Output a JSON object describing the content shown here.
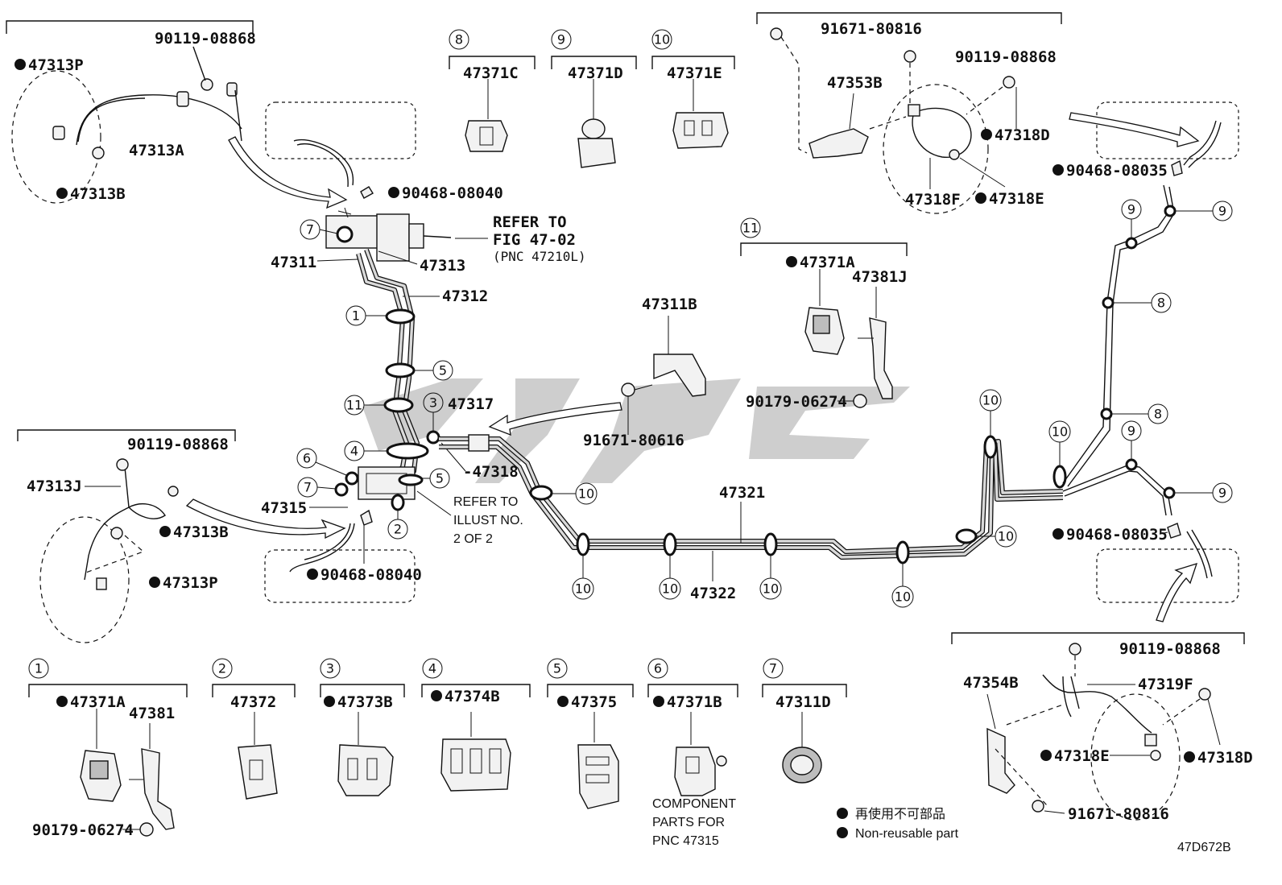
{
  "diagram_id": "47D672B",
  "legend": {
    "line1": "再使用不可部品",
    "line2": "Non-reusable part"
  },
  "notes": {
    "refer_fig_1": "REFER TO",
    "refer_fig_2": "FIG 47-02",
    "refer_fig_3": "(PNC 47210L)",
    "refer_illust_1": "REFER TO",
    "refer_illust_2": "ILLUST NO.",
    "refer_illust_3": "2 OF 2",
    "component_1": "COMPONENT",
    "component_2": "PARTS FOR",
    "component_3": "PNC 47315"
  },
  "parts": {
    "p47313P_a": "47313P",
    "p90119_a": "90119-08868",
    "p47313A": "47313A",
    "p47313B_a": "47313B",
    "p90468_08040_a": "90468-08040",
    "p47311": "47311",
    "p47313": "47313",
    "p47312": "47312",
    "p47317": "47317",
    "p47318": "-47318",
    "p47315": "47315",
    "p90468_08040_b": "90468-08040",
    "p47313J": "47313J",
    "p90119_b": "90119-08868",
    "p47313B_b": "47313B",
    "p47313P_b": "47313P",
    "p47311B": "47311B",
    "p91671_80616": "91671-80616",
    "p47321": "47321",
    "p47322": "47322",
    "p47371C": "47371C",
    "p47371D": "47371D",
    "p47371E": "47371E",
    "p91671_80816_a": "91671-80816",
    "p90119_c": "90119-08868",
    "p47353B": "47353B",
    "p47318D_a": "47318D",
    "p47318F": "47318F",
    "p47318E_a": "47318E",
    "p90468_08035_a": "90468-08035",
    "p47371A_a": "47371A",
    "p47381J": "47381J",
    "p90179_a": "90179-06274",
    "p90468_08035_b": "90468-08035",
    "p90119_d": "90119-08868",
    "p47354B": "47354B",
    "p47319F": "47319F",
    "p47318E_b": "47318E",
    "p47318D_b": "47318D",
    "p91671_80816_b": "91671-80816",
    "p47371A_b": "47371A",
    "p47381": "47381",
    "p90179_b": "90179-06274",
    "p47372": "47372",
    "p47373B": "47373B",
    "p47374B": "47374B",
    "p47375": "47375",
    "p47371B": "47371B",
    "p47311D": "47311D"
  },
  "callouts": {
    "c1": "1",
    "c2": "2",
    "c3": "3",
    "c4": "4",
    "c5": "5",
    "c6": "6",
    "c7": "7",
    "c8": "8",
    "c9": "9",
    "c10": "10",
    "c11": "11"
  }
}
